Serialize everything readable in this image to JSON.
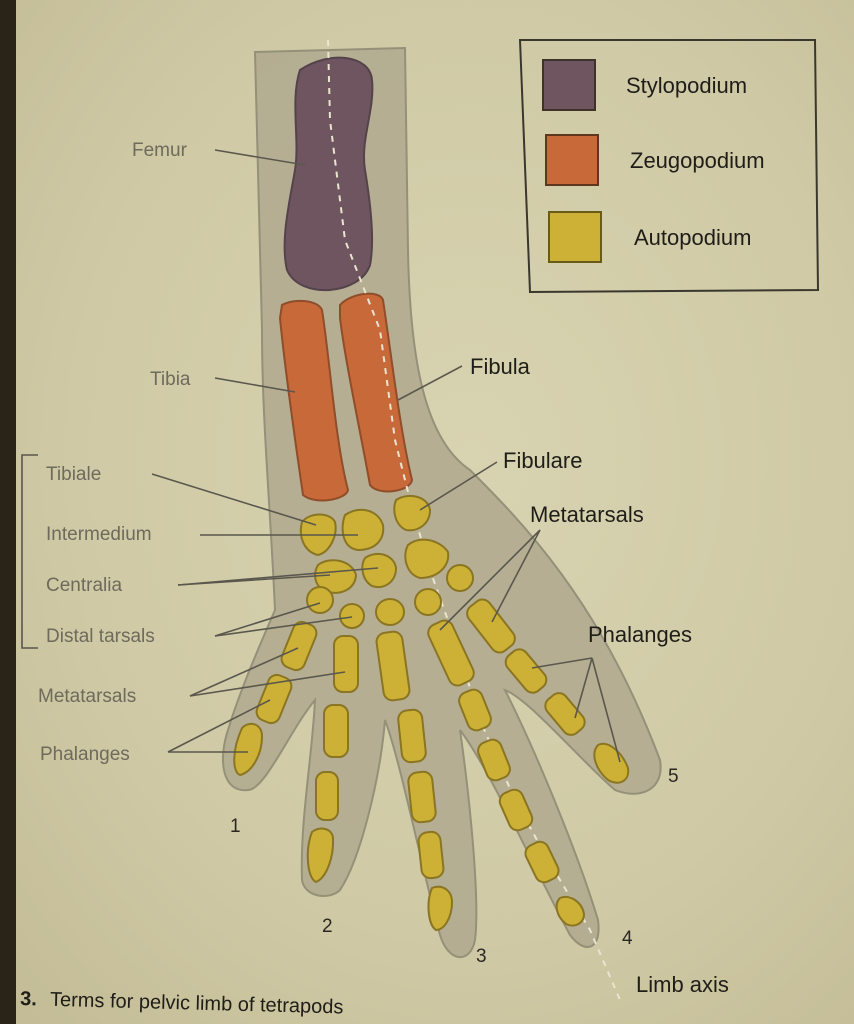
{
  "legend": {
    "items": [
      {
        "label": "Stylopodium",
        "color": "#6e5560"
      },
      {
        "label": "Zeugopodium",
        "color": "#c8693a"
      },
      {
        "label": "Autopodium",
        "color": "#cdb136"
      }
    ]
  },
  "labels": {
    "femur": "Femur",
    "tibia": "Tibia",
    "fibula": "Fibula",
    "fibulare": "Fibulare",
    "tibiale": "Tibiale",
    "intermedium": "Intermedium",
    "centralia": "Centralia",
    "distal_tarsals": "Distal tarsals",
    "metatarsals_left": "Metatarsals",
    "phalanges_left": "Phalanges",
    "metatarsals_right": "Metatarsals",
    "phalanges_right": "Phalanges",
    "limb_axis": "Limb axis"
  },
  "digit_numbers": [
    "1",
    "2",
    "3",
    "4",
    "5"
  ],
  "caption": {
    "prefix": "3.",
    "text": "Terms for pelvic limb of tetrapods"
  },
  "colors": {
    "stylopodium": "#6e5560",
    "zeugopodium": "#c8693a",
    "autopodium": "#cdb136",
    "limb_outline": "#b2ab90",
    "background": "#d2cca8"
  }
}
